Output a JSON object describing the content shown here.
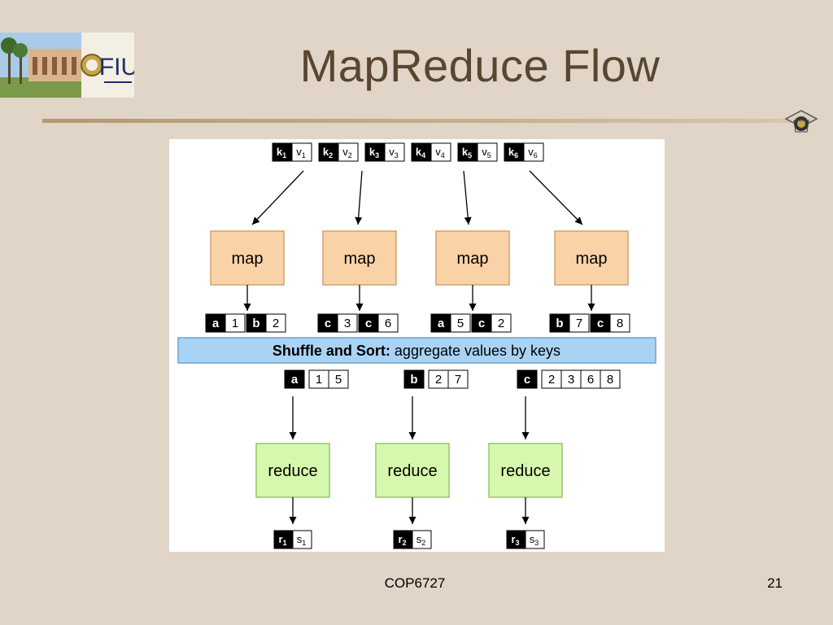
{
  "slide": {
    "title": "MapReduce Flow",
    "footer": "COP6727",
    "page_number": "21"
  },
  "logo": {
    "text": "FIU"
  },
  "diagram": {
    "colors": {
      "map_fill": "#f9d2a8",
      "map_stroke": "#cfa274",
      "reduce_fill": "#d6f8ac",
      "reduce_stroke": "#98c46b",
      "shuffle_fill": "#a9d3f5",
      "shuffle_stroke": "#6fa3cf",
      "key_fill": "#000000",
      "value_fill": "#ffffff"
    },
    "inputs": [
      {
        "k": "k",
        "ki": "1",
        "v": "v",
        "vi": "1"
      },
      {
        "k": "k",
        "ki": "2",
        "v": "v",
        "vi": "2"
      },
      {
        "k": "k",
        "ki": "3",
        "v": "v",
        "vi": "3"
      },
      {
        "k": "k",
        "ki": "4",
        "v": "v",
        "vi": "4"
      },
      {
        "k": "k",
        "ki": "5",
        "v": "v",
        "vi": "5"
      },
      {
        "k": "k",
        "ki": "6",
        "v": "v",
        "vi": "6"
      }
    ],
    "mappers": [
      {
        "label": "map",
        "outputs": [
          [
            "a",
            "1"
          ],
          [
            "b",
            "2"
          ]
        ]
      },
      {
        "label": "map",
        "outputs": [
          [
            "c",
            "3"
          ],
          [
            "c",
            "6"
          ]
        ]
      },
      {
        "label": "map",
        "outputs": [
          [
            "a",
            "5"
          ],
          [
            "c",
            "2"
          ]
        ]
      },
      {
        "label": "map",
        "outputs": [
          [
            "b",
            "7"
          ],
          [
            "c",
            "8"
          ]
        ]
      }
    ],
    "shuffle": {
      "bold": "Shuffle and Sort:",
      "rest": " aggregate values by keys"
    },
    "groups": [
      {
        "key": "a",
        "values": [
          "1",
          "5"
        ]
      },
      {
        "key": "b",
        "values": [
          "2",
          "7"
        ]
      },
      {
        "key": "c",
        "values": [
          "2",
          "3",
          "6",
          "8"
        ]
      }
    ],
    "reducers": [
      {
        "label": "reduce",
        "out": {
          "r": "r",
          "ri": "1",
          "s": "s",
          "si": "1"
        }
      },
      {
        "label": "reduce",
        "out": {
          "r": "r",
          "ri": "2",
          "s": "s",
          "si": "2"
        }
      },
      {
        "label": "reduce",
        "out": {
          "r": "r",
          "ri": "3",
          "s": "s",
          "si": "3"
        }
      }
    ]
  }
}
